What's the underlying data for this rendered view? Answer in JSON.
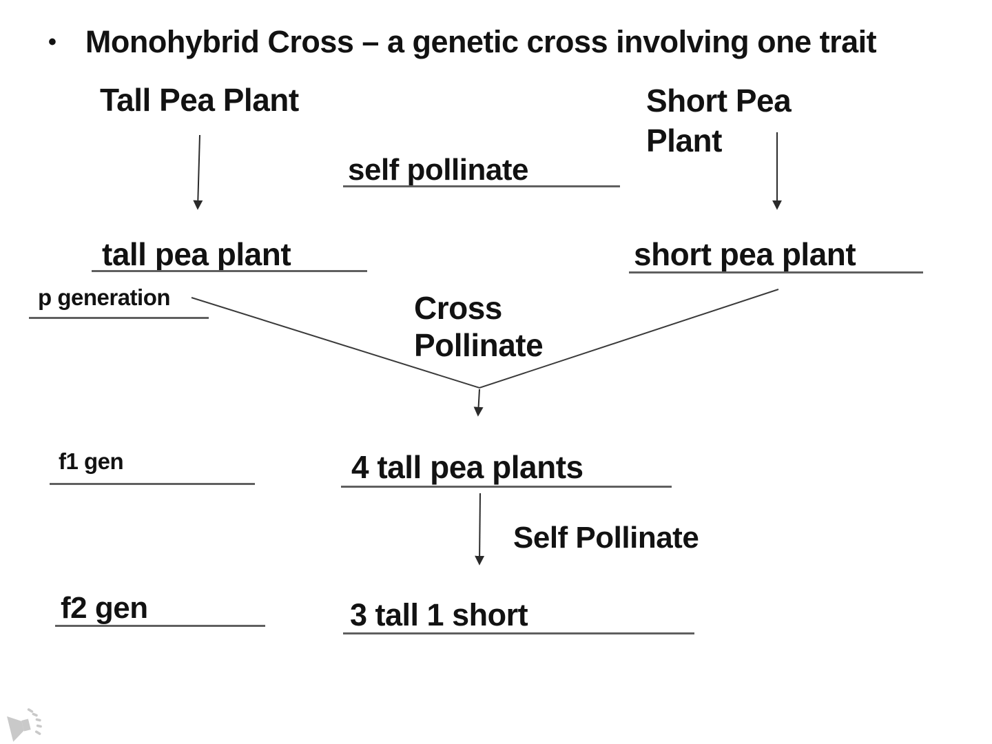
{
  "slide": {
    "bullet_glyph": "•",
    "title": "Monohybrid Cross – a genetic cross involving one trait"
  },
  "diagram": {
    "parents": {
      "left_plant": "Tall Pea Plant",
      "right_plant": "Short Pea Plant",
      "self_pollinate_blank": "self pollinate"
    },
    "p_row": {
      "left_result": "tall pea plant",
      "right_result": "short pea plant",
      "generation_label": "p generation"
    },
    "cross_step": {
      "label": "Cross Pollinate"
    },
    "f1_row": {
      "generation_label": "f1 gen",
      "result": "4 tall pea plants"
    },
    "self_step": {
      "label": "Self Pollinate"
    },
    "f2_row": {
      "generation_label": "f2 gen",
      "result": "3 tall 1 short"
    }
  },
  "icons": {
    "audio": "speaker-icon"
  },
  "colors": {
    "text": "#121212",
    "underline": "#5f5f5f",
    "line": "#2a2a2a",
    "speaker": "#c9c9c9"
  }
}
